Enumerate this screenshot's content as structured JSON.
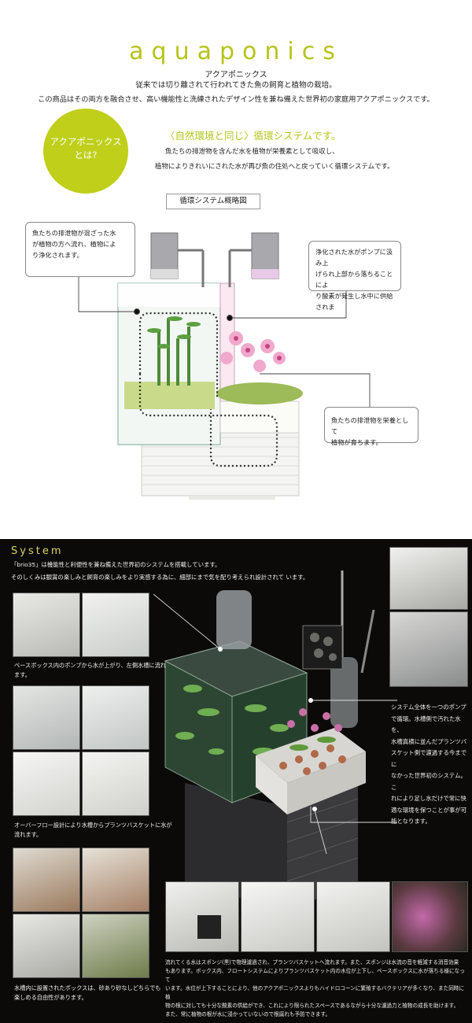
{
  "header": {
    "title": "aquaponics",
    "subtitle": "アクアポニックス",
    "intro_line1": "従来では切り離されて行われてきた魚の飼育と植物の栽培。",
    "intro_line2": "この商品はその両方を融合させ、高い機能性と洗練されたデザイン性を兼ね備えた世界初の家庭用アクアポニックスです。"
  },
  "circle": {
    "line1": "アクアポニックス",
    "line2": "とは?"
  },
  "cycle": {
    "headline": "〈自然環境と同じ〉循環システムです。",
    "body_line1": "魚たちの排泄物を含んだ水を植物が栄養素として吸収し、",
    "body_line2": "植物によりきれいにされた水が再び魚の住処へと戻っていく循環システムです。"
  },
  "diagram": {
    "label": "循環システム概略図",
    "callout1": [
      "魚たちの排泄物が混ざった水",
      "が植物の方へ流れ、植物によ",
      "り浄化されます。"
    ],
    "callout2": [
      "浄化された水がポンプに汲み上",
      "げられ上部から落ちることによ",
      "り酸素が発生し水中に供給されま"
    ],
    "callout3": [
      "魚たちの排泄物を栄養として",
      "植物が育ちます。"
    ]
  },
  "system": {
    "title": "System",
    "desc_line1": "「brio35」は機能性と利便性を兼ね備えた世界初のシステムを搭載しています。",
    "desc_line2": "そのしくみは観賞の楽しみと飼育の楽しみをより実感する為に、細部にまで気を配り考えられ設計されて います。",
    "caption1": [
      "ベースボックス内のポンプから水が上がり、左側水槽に流れ",
      "ます。"
    ],
    "caption2": [
      "オーバーフロー設計により水槽からプランツバスケットに水が",
      "流れます。"
    ],
    "caption3": [
      "水槽内に設置されたボックスは、砂あり砂なしどちらでも",
      "楽しめる自由性があります。"
    ],
    "caption_right": [
      "システム全体を一つのポンプ",
      "で循環。水槽側で汚れた水を、",
      "水槽真横に並んだプランツバ",
      "スケット側で濾過する今までに",
      "なかった世界初のシステム。こ",
      "れにより足し水だけで常に快",
      "適な環境を保つことが事が可",
      "能となります。"
    ],
    "bottom_text": [
      "流れてくる水はスポンジ(黒)で物理濾過され、プランツバスケットへ流れます。また、スポンジは水流の音を軽減する消音効果",
      "もあります。ボックス内、フロートシステムによりプランツバスケット内の水位が上下し、ベースボックスに水が落ちる様になって",
      "います。水位が上下することにより、他のアクアポニックスよりもハイドロコーンに繁殖するバクテリアが多くなり、また同時に植",
      "物の根に対しても十分な酸素の供給ができ、これにより限られたスペースであるながら十分な濾過力と植物の成長を助けます。",
      "また、常に植物の根が水に浸かっていないので根腐れも予防できます。"
    ]
  },
  "colors": {
    "accent": "#bfcf1a",
    "dark_bg": "#0c0a09"
  }
}
